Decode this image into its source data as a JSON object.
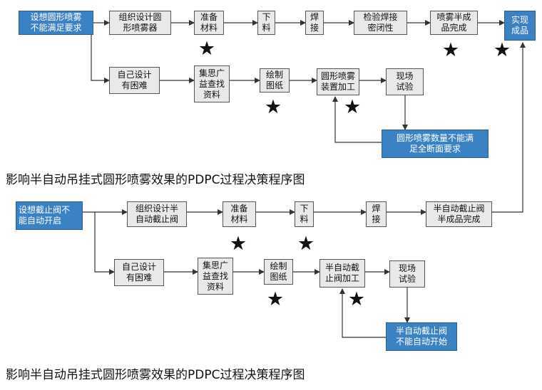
{
  "diagram1": {
    "start": "设想圆形喷雾\n不能满足要求",
    "row1": [
      "组织设计圆\n形喷雾器",
      "准备\n材料",
      "下\n料",
      "焊\n接",
      "检验焊接\n密闭性",
      "喷雾半成\n品完成"
    ],
    "goal": "实现\n成品",
    "row2": [
      "自己设计\n有困难",
      "集思广\n益查找\n资料",
      "绘制\n图纸",
      "圆形喷雾\n装置加工",
      "现场\n试验"
    ],
    "problem": "圆形喷雾数量不能满\n足全断面要求",
    "caption": "影响半自动吊挂式圆形喷雾效果的PDPC过程决策程序图"
  },
  "diagram2": {
    "start": "设想截止阀不\n能自动开启",
    "row1": [
      "组织设计半\n自动截止阀",
      "准备\n材料",
      "下\n料",
      "焊\n接",
      "半自动截止阀\n半成品完成"
    ],
    "row2": [
      "自己设计\n有困难",
      "集思广\n益查找\n资料",
      "绘制\n图纸",
      "半自动截\n止阀加工",
      "现场\n试验"
    ],
    "problem": "半自动截止阀\n不能自动开始",
    "caption": "影响半自动吊挂式圆形喷雾效果的PDPC过程决策程序图"
  },
  "key_step_icon": "star-icon",
  "colors": {
    "start_fill": "#3b82c4",
    "box_fill": "#e9e9e9",
    "line": "#333333"
  }
}
